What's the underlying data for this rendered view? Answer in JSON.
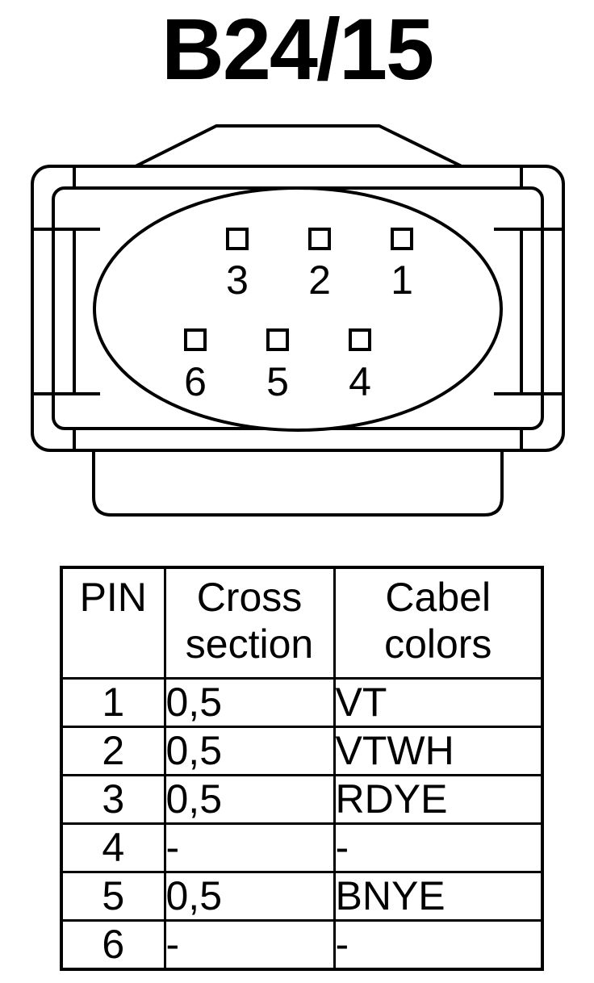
{
  "title": "B24/15",
  "connector": {
    "pins": [
      {
        "number": "3",
        "row": "top",
        "col": 0
      },
      {
        "number": "2",
        "row": "top",
        "col": 1
      },
      {
        "number": "1",
        "row": "top",
        "col": 2
      },
      {
        "number": "6",
        "row": "bottom",
        "col": 0
      },
      {
        "number": "5",
        "row": "bottom",
        "col": 1
      },
      {
        "number": "4",
        "row": "bottom",
        "col": 2
      }
    ]
  },
  "table": {
    "headers": {
      "pin": "PIN",
      "cross_line1": "Cross",
      "cross_line2": "section",
      "color_line1": "Cabel",
      "color_line2": "colors"
    },
    "rows": [
      {
        "pin": "1",
        "cross": "0,5",
        "color": "VT"
      },
      {
        "pin": "2",
        "cross": "0,5",
        "color": "VTWH"
      },
      {
        "pin": "3",
        "cross": "0,5",
        "color": "RDYE"
      },
      {
        "pin": "4",
        "cross": "-",
        "color": "-"
      },
      {
        "pin": "5",
        "cross": "0,5",
        "color": "BNYE"
      },
      {
        "pin": "6",
        "cross": "-",
        "color": "-"
      }
    ]
  }
}
